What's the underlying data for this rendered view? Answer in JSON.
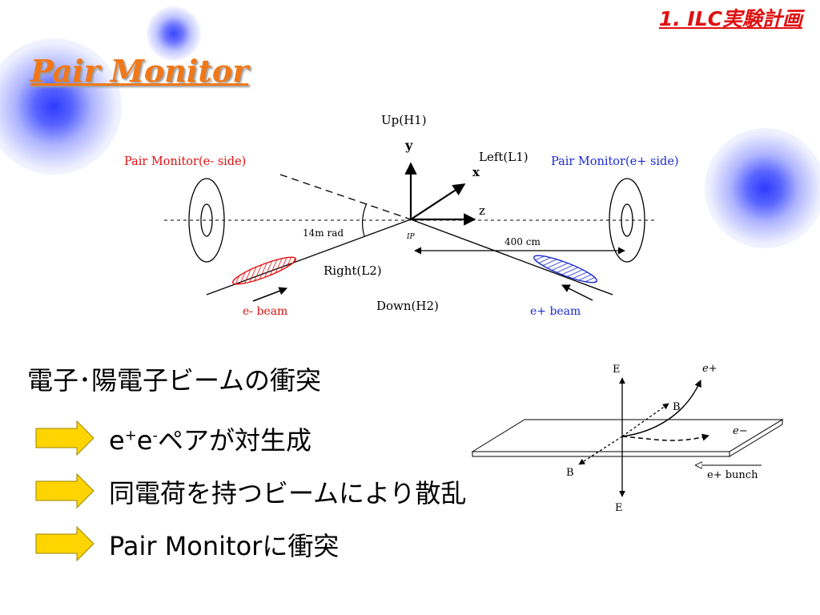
{
  "slide": {
    "section_label": "1. ILC実験計画",
    "title": "Pair Monitor"
  },
  "top_figure": {
    "up_label": "Up(H1)",
    "y_axis": "y",
    "left_label": "Left(L1)",
    "x_axis": "x",
    "z_axis": "z",
    "monitor_e_minus": "Pair Monitor(e- side)",
    "monitor_e_plus": "Pair Monitor(e+ side)",
    "crossing_angle": "14m rad",
    "ip": "IP",
    "distance": "400 cm",
    "right_label": "Right(L2)",
    "down_label": "Down(H2)",
    "beam_e_minus": "e- beam",
    "beam_e_plus": "e+ beam",
    "colors": {
      "e_minus": "#e01010",
      "e_plus": "#1a2ad0"
    }
  },
  "bottom_figure": {
    "e_top": "E",
    "e_bottom": "E",
    "b_upper": "B",
    "b_lower": "B",
    "positron": "e+",
    "electron": "e−",
    "bunch_label": "e+ bunch"
  },
  "bullets": {
    "heading": "電子･陽電子ビームの衝突",
    "items": [
      {
        "pre": "e",
        "sup1": "+",
        "mid": "e",
        "sup2": "-",
        "post": "ペアが対生成"
      },
      {
        "pre": "同電荷を持つビームにより散乱",
        "sup1": "",
        "mid": "",
        "sup2": "",
        "post": ""
      },
      {
        "pre": "Pair Monitorに衝突",
        "sup1": "",
        "mid": "",
        "sup2": "",
        "post": ""
      }
    ],
    "arrow_color": "#ffd400"
  }
}
